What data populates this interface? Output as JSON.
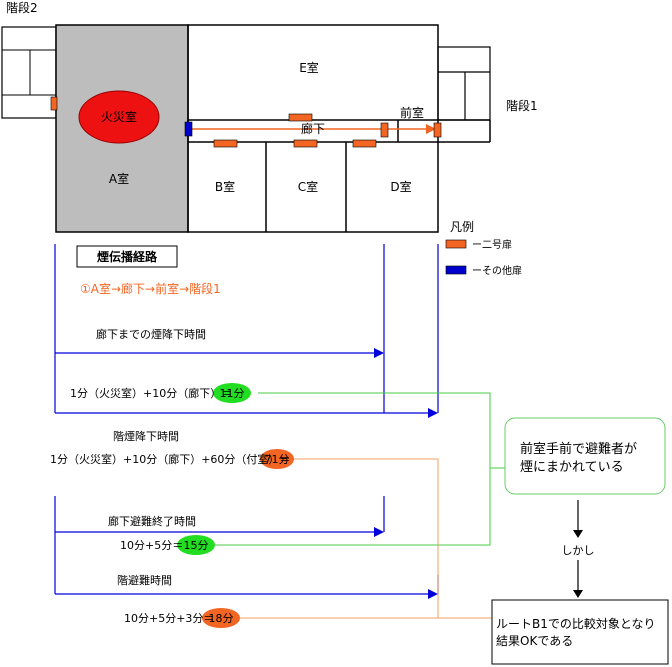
{
  "stairs": {
    "stair2": "階段2",
    "stair1": "階段1"
  },
  "rooms": {
    "fire_room": "火災室",
    "room_a": "A室",
    "room_b": "B室",
    "room_c": "C室",
    "room_d": "D室",
    "room_e": "E室",
    "corridor": "廊下",
    "anteroom": "前室"
  },
  "legend": {
    "title": "凡例",
    "items": [
      {
        "label": "ー二号扉",
        "color": "#f26522"
      },
      {
        "label": "ーその他扉",
        "color": "#0000cc"
      }
    ]
  },
  "route_box": {
    "title": "煙伝播経路",
    "route": "①A室→廊下→前室→階段1"
  },
  "timeline": {
    "corridor_smoke": {
      "label": "廊下までの煙降下時間",
      "formula": "1分（火災室）+10分（廊下）＝",
      "result": "11分"
    },
    "stair_smoke": {
      "label": "階煙降下時間",
      "formula": "1分（火災室）+10分（廊下）+60分（付室）＝",
      "result": "71分"
    },
    "corridor_evac": {
      "label": "廊下避難終了時間",
      "formula": "10分+5分＝",
      "result": "15分"
    },
    "stair_evac": {
      "label": "階避難時間",
      "formula": "10分+5分+3分＝",
      "result": "18分"
    }
  },
  "notes": {
    "smoke_note": "前室手前で避難者が\n煙にまかれている",
    "however": "しかし",
    "result_note": "ルートB1での比較対象となり\n結果OKである"
  },
  "colors": {
    "door_orange": "#f26522",
    "door_blue": "#0000cc",
    "fire_red": "#ee1111",
    "room_gray": "#bdbdbd",
    "timeline_blue": "#0000dd",
    "green": "#22dd22",
    "green_line": "#44cc44",
    "orange_line": "#f0a060",
    "result_orange": "#f26522"
  }
}
